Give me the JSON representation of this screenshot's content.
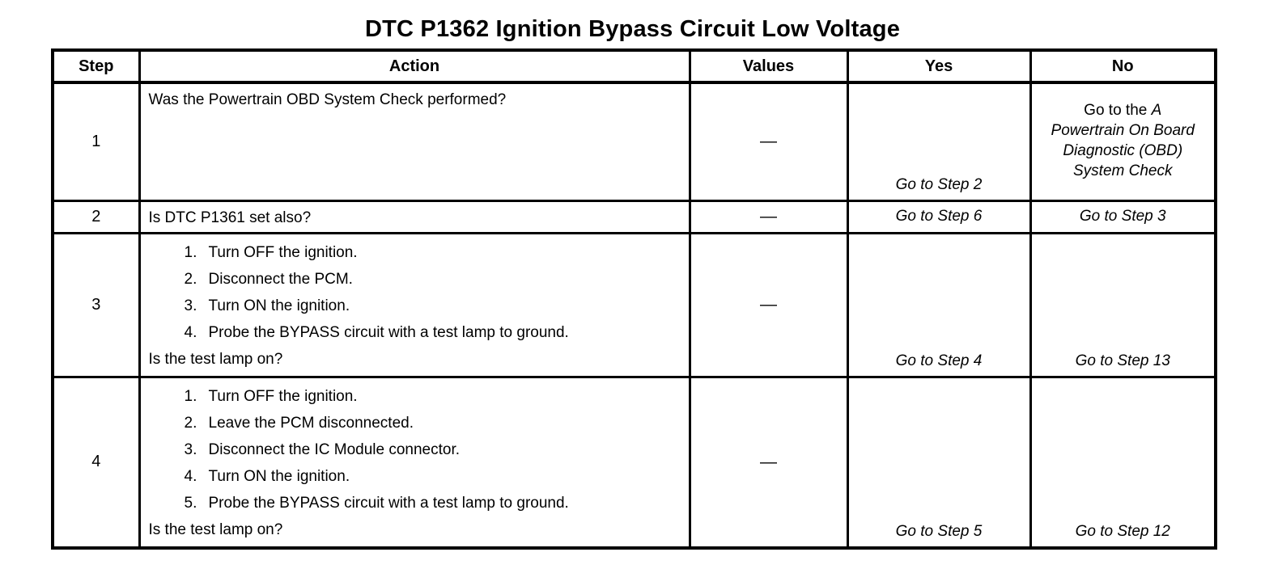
{
  "title": "DTC P1362 Ignition Bypass Circuit Low Voltage",
  "table": {
    "headers": [
      "Step",
      "Action",
      "Values",
      "Yes",
      "No"
    ],
    "rows": [
      {
        "step": "1",
        "action_lead": "Was the Powertrain OBD System Check performed?",
        "action_items": [],
        "action_question": "",
        "values": "—",
        "yes": [
          {
            "text": "Go to Step 2",
            "italic": true
          }
        ],
        "no": [
          {
            "text": "Go to the ",
            "italic": false
          },
          {
            "text": "A Powertrain On Board Diagnostic (OBD) System Check",
            "italic": true
          }
        ]
      },
      {
        "step": "2",
        "action_lead": "Is DTC P1361 set also?",
        "action_items": [],
        "action_question": "",
        "values": "—",
        "yes": [
          {
            "text": "Go to Step 6",
            "italic": true
          }
        ],
        "no": [
          {
            "text": "Go to Step 3",
            "italic": true
          }
        ]
      },
      {
        "step": "3",
        "action_lead": "",
        "action_items": [
          "Turn OFF the ignition.",
          "Disconnect the PCM.",
          "Turn ON the ignition.",
          "Probe the BYPASS circuit with a test lamp to ground."
        ],
        "action_question": "Is the test lamp on?",
        "values": "—",
        "yes": [
          {
            "text": "Go to Step 4",
            "italic": true
          }
        ],
        "no": [
          {
            "text": "Go to Step 13",
            "italic": true
          }
        ]
      },
      {
        "step": "4",
        "action_lead": "",
        "action_items": [
          "Turn OFF the ignition.",
          "Leave the PCM disconnected.",
          "Disconnect the IC Module connector.",
          "Turn ON the ignition.",
          "Probe the BYPASS circuit with a test lamp to ground."
        ],
        "action_question": "Is the test lamp on?",
        "values": "—",
        "yes": [
          {
            "text": "Go to Step 5",
            "italic": true
          }
        ],
        "no": [
          {
            "text": "Go to Step 12",
            "italic": true
          }
        ]
      }
    ]
  }
}
